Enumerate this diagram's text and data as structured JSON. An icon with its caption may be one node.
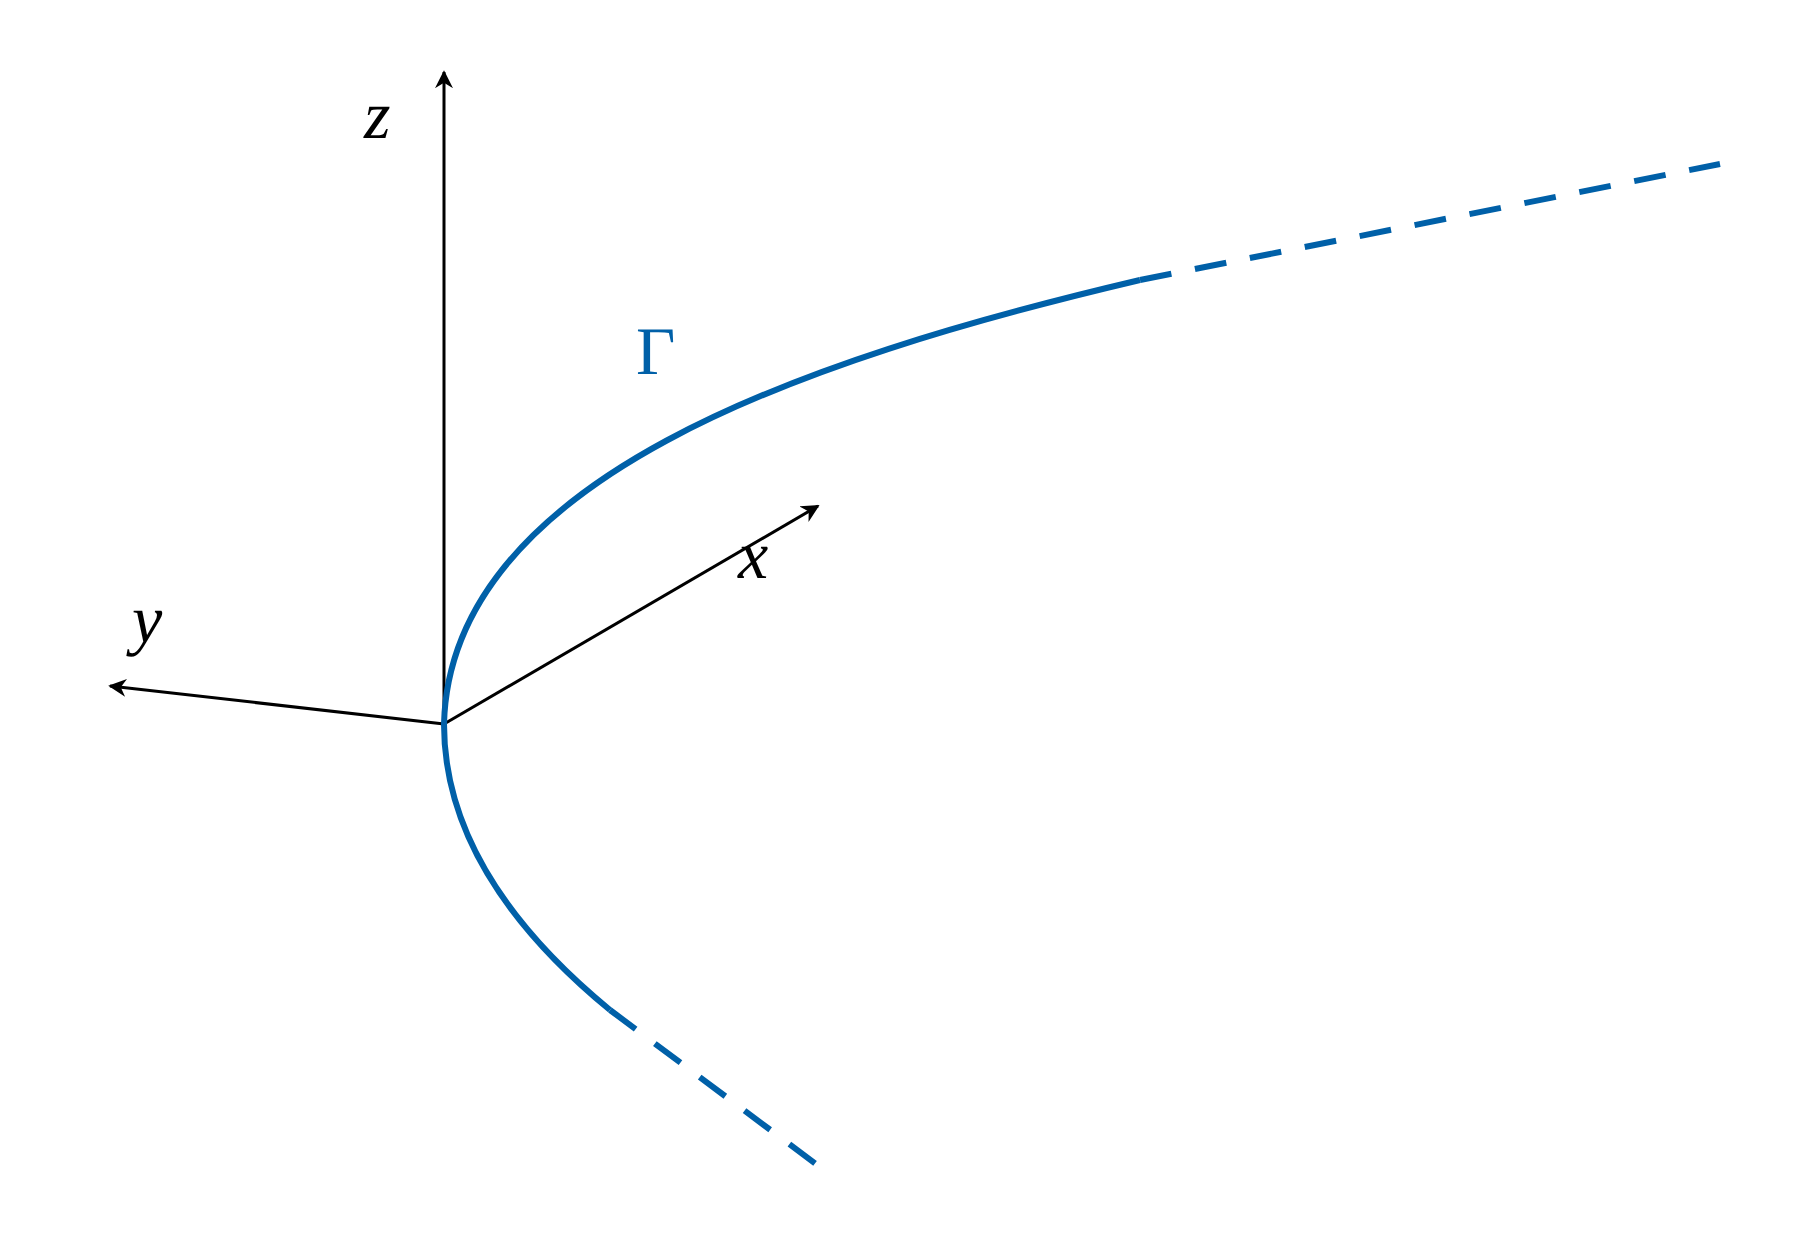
{
  "diagram": {
    "labels": [
      "z",
      "Γ",
      "y",
      "x"
    ]
  }
}
